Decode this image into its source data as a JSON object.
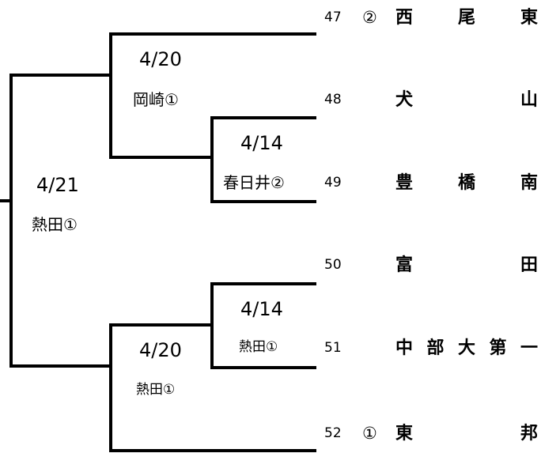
{
  "rounds": {
    "final": {
      "date": "4/21",
      "venue": "熱田①"
    },
    "semi_top": {
      "date": "4/20",
      "venue": "岡崎①"
    },
    "semi_bottom": {
      "date": "4/20",
      "venue": "熱田①"
    },
    "first_top": {
      "date": "4/14",
      "venue": "春日井②"
    },
    "first_bottom": {
      "date": "4/14",
      "venue": "熱田①"
    }
  },
  "teams": [
    {
      "number": "47",
      "seed": "②",
      "chars": [
        "西",
        "尾",
        "東"
      ]
    },
    {
      "number": "48",
      "seed": "",
      "chars": [
        "犬",
        "山"
      ]
    },
    {
      "number": "49",
      "seed": "",
      "chars": [
        "豊",
        "橋",
        "南"
      ]
    },
    {
      "number": "50",
      "seed": "",
      "chars": [
        "富",
        "田"
      ]
    },
    {
      "number": "51",
      "seed": "",
      "chars": [
        "中",
        "部",
        "大",
        "第",
        "一"
      ]
    },
    {
      "number": "52",
      "seed": "①",
      "chars": [
        "東",
        "邦"
      ]
    }
  ]
}
